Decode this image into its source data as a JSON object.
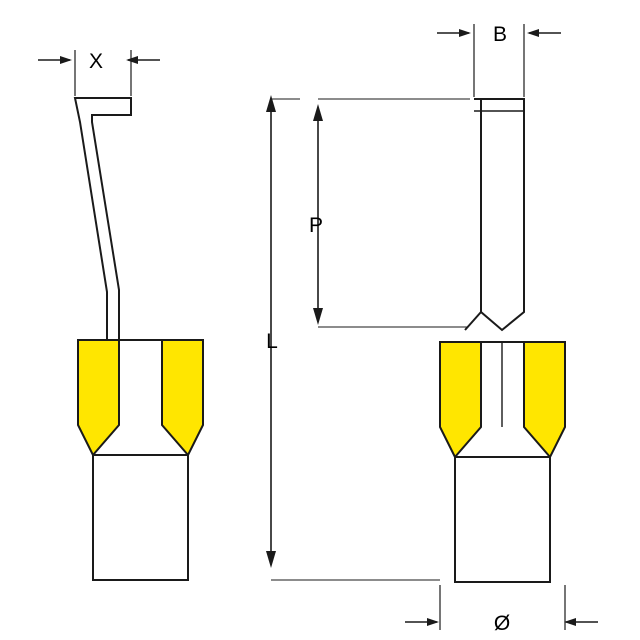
{
  "diagram": {
    "title": "Insulated blade / pin terminal dimension drawing",
    "background_color": "#ffffff",
    "line_color": "#1a1a1a",
    "insulation_color": "#ffe600",
    "views": [
      {
        "name": "side-view",
        "description": "Side view of terminal with bent flat blade",
        "labels": [
          "X",
          "L"
        ]
      },
      {
        "name": "front-view",
        "description": "Front view of terminal with straight flat blade",
        "labels": [
          "B",
          "P",
          "Ø"
        ]
      }
    ],
    "dimension_labels": {
      "x": "X",
      "b": "B",
      "p": "P",
      "l": "L",
      "diameter": "Ø"
    }
  }
}
